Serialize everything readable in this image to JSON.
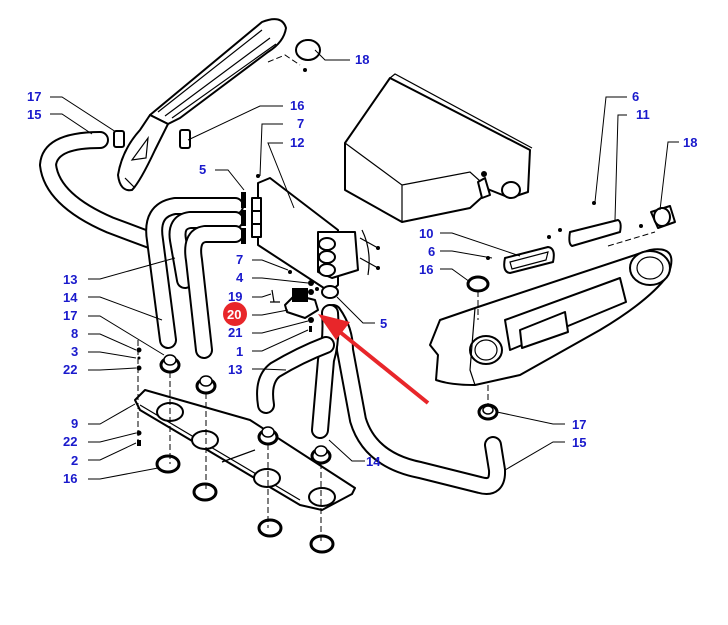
{
  "diagram": {
    "title": "",
    "highlight_color": "#e8262a",
    "label_color": "#1a1acc",
    "arrow_color": "#e8262a",
    "highlighted_part": "20",
    "callouts": [
      {
        "id": "c18-top",
        "label": "18"
      },
      {
        "id": "c17-left",
        "label": "17"
      },
      {
        "id": "c15-left",
        "label": "15"
      },
      {
        "id": "c16-top",
        "label": "16"
      },
      {
        "id": "c7-top",
        "label": "7"
      },
      {
        "id": "c12",
        "label": "12"
      },
      {
        "id": "c5-left",
        "label": "5"
      },
      {
        "id": "c13-upper",
        "label": "13"
      },
      {
        "id": "c14-left",
        "label": "14"
      },
      {
        "id": "c17-mid",
        "label": "17"
      },
      {
        "id": "c8",
        "label": "8"
      },
      {
        "id": "c3",
        "label": "3"
      },
      {
        "id": "c22-upper",
        "label": "22"
      },
      {
        "id": "c9",
        "label": "9"
      },
      {
        "id": "c22-lower",
        "label": "22"
      },
      {
        "id": "c2",
        "label": "2"
      },
      {
        "id": "c16-left",
        "label": "16"
      },
      {
        "id": "c7-mid",
        "label": "7"
      },
      {
        "id": "c4",
        "label": "4"
      },
      {
        "id": "c19",
        "label": "19"
      },
      {
        "id": "c20",
        "label": "20"
      },
      {
        "id": "c21",
        "label": "21"
      },
      {
        "id": "c1",
        "label": "1"
      },
      {
        "id": "c13-lower",
        "label": "13"
      },
      {
        "id": "c5-right",
        "label": "5"
      },
      {
        "id": "c14-lower",
        "label": "14"
      },
      {
        "id": "c6-top",
        "label": "6"
      },
      {
        "id": "c11",
        "label": "11"
      },
      {
        "id": "c18-right",
        "label": "18"
      },
      {
        "id": "c10",
        "label": "10"
      },
      {
        "id": "c6-mid",
        "label": "6"
      },
      {
        "id": "c16-right",
        "label": "16"
      },
      {
        "id": "c17-right",
        "label": "17"
      },
      {
        "id": "c15-right",
        "label": "15"
      }
    ]
  }
}
